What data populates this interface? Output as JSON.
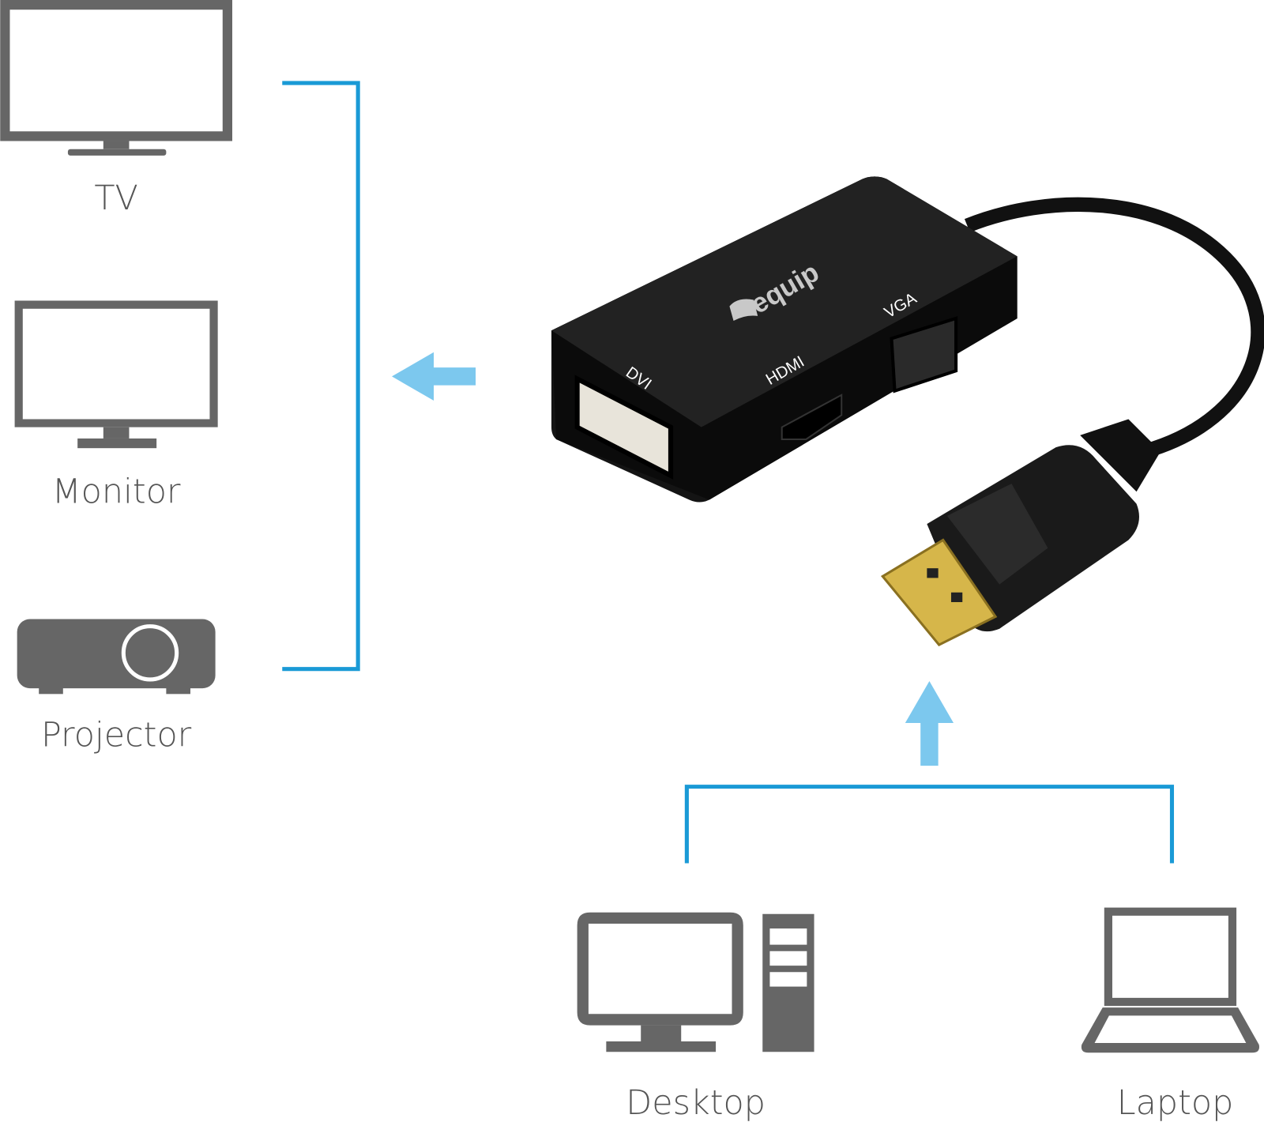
{
  "outputs": [
    {
      "label": "TV",
      "icon": "tv-icon"
    },
    {
      "label": "Monitor",
      "icon": "monitor-icon"
    },
    {
      "label": "Projector",
      "icon": "projector-icon"
    }
  ],
  "inputs": [
    {
      "label": "Desktop",
      "icon": "desktop-computer-icon"
    },
    {
      "label": "Laptop",
      "icon": "laptop-icon"
    }
  ],
  "adapter": {
    "brand": "equip",
    "ports": [
      "DVI",
      "HDMI",
      "VGA"
    ]
  },
  "colors": {
    "bracket": "#1a9ad6",
    "arrow": "#7cc8ee",
    "icon": "#666666",
    "adapter_body": "#141414"
  }
}
